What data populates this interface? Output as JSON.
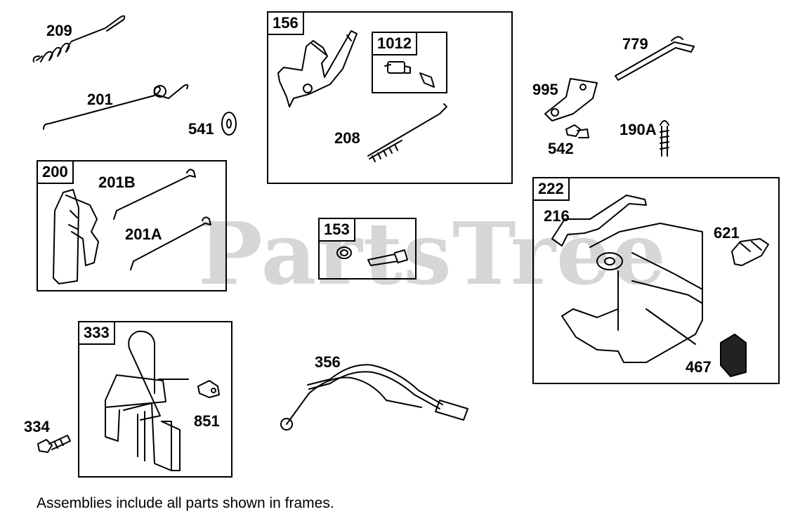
{
  "watermark": {
    "text": "PartsTree",
    "tm": "TM"
  },
  "frames": {
    "f156": "156",
    "f1012": "1012",
    "f200": "200",
    "f153": "153",
    "f333": "333",
    "f222": "222"
  },
  "callouts": {
    "c209": "209",
    "c201": "201",
    "c541": "541",
    "c208": "208",
    "c779": "779",
    "c995": "995",
    "c542": "542",
    "c190A": "190A",
    "c201B": "201B",
    "c201A": "201A",
    "c216": "216",
    "c621": "621",
    "c467": "467",
    "c356": "356",
    "c334": "334",
    "c851": "851"
  },
  "footnote": "Assemblies include all parts shown in frames."
}
